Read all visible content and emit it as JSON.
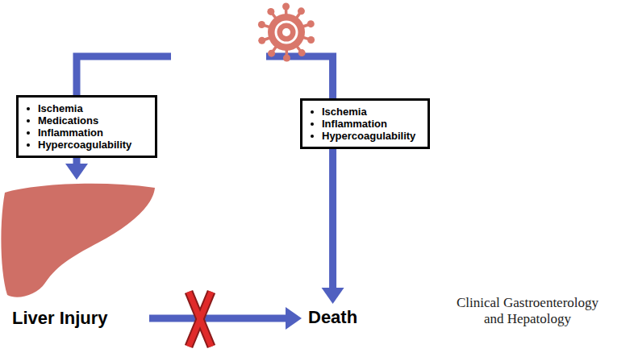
{
  "diagram": {
    "nodes": [
      {
        "text": [
          "Ischemia",
          "Medications",
          "Inflammation",
          "Hypercoagulability"
        ]
      },
      {
        "text": [
          "Ischemia",
          "Inflammation",
          "Hypercoagulability"
        ]
      },
      {
        "text": [
          "Liver Injury"
        ]
      },
      {
        "text": [
          "Death"
        ]
      }
    ],
    "edges": [
      {
        "from": 0,
        "to": 2,
        "arrow": "to"
      },
      {
        "from": 2,
        "to": 3,
        "arrow": "to"
      },
      {
        "from": 1,
        "to": 3,
        "arrow": "to"
      }
    ],
    "labels": [
      "Clinical Gastroenterology and Hepatology"
    ]
  }
}
